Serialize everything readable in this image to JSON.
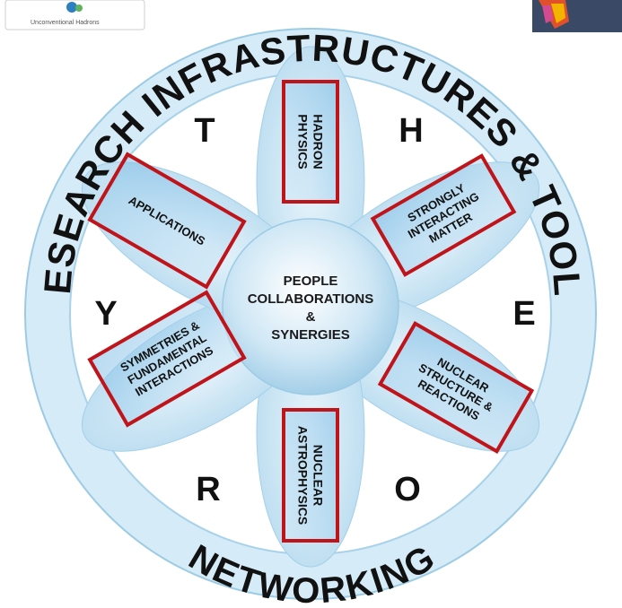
{
  "logo": {
    "caption": "Unconventional Hadrons"
  },
  "ring": {
    "top_text": "RESEARCH INFRASTRUCTURES & TOOLS",
    "bottom_text": "NETWORKING"
  },
  "center": {
    "lines": [
      "PEOPLE",
      "COLLABORATIONS",
      "&",
      "SYNERGIES"
    ]
  },
  "letters": [
    "T",
    "H",
    "E",
    "O",
    "R",
    "Y"
  ],
  "boxes": [
    {
      "id": "hadron-physics",
      "lines": [
        "HADRON",
        "PHYSICS"
      ]
    },
    {
      "id": "strongly-interacting-matter",
      "lines": [
        "STRONGLY",
        "INTERACTING",
        "MATTER"
      ]
    },
    {
      "id": "nuclear-structure-reactions",
      "lines": [
        "NUCLEAR",
        "STRUCTURE &",
        "REACTIONS"
      ]
    },
    {
      "id": "nuclear-astrophysics",
      "lines": [
        "NUCLEAR",
        "ASTROPHYSICS"
      ]
    },
    {
      "id": "symmetries-fundamental-interactions",
      "lines": [
        "SYMMETRIES &",
        "FUNDAMENTAL",
        "INTERACTIONS"
      ]
    },
    {
      "id": "applications",
      "lines": [
        "APPLICATIONS"
      ]
    }
  ],
  "colors": {
    "ring_fill": "#cfe6f3",
    "ring_stroke": "#8fbfdc",
    "box_border": "#c0141b",
    "box_fill": "#a9d2ec",
    "petal": "#bfe0f2",
    "center": "#bcdcef",
    "text": "#111111"
  }
}
